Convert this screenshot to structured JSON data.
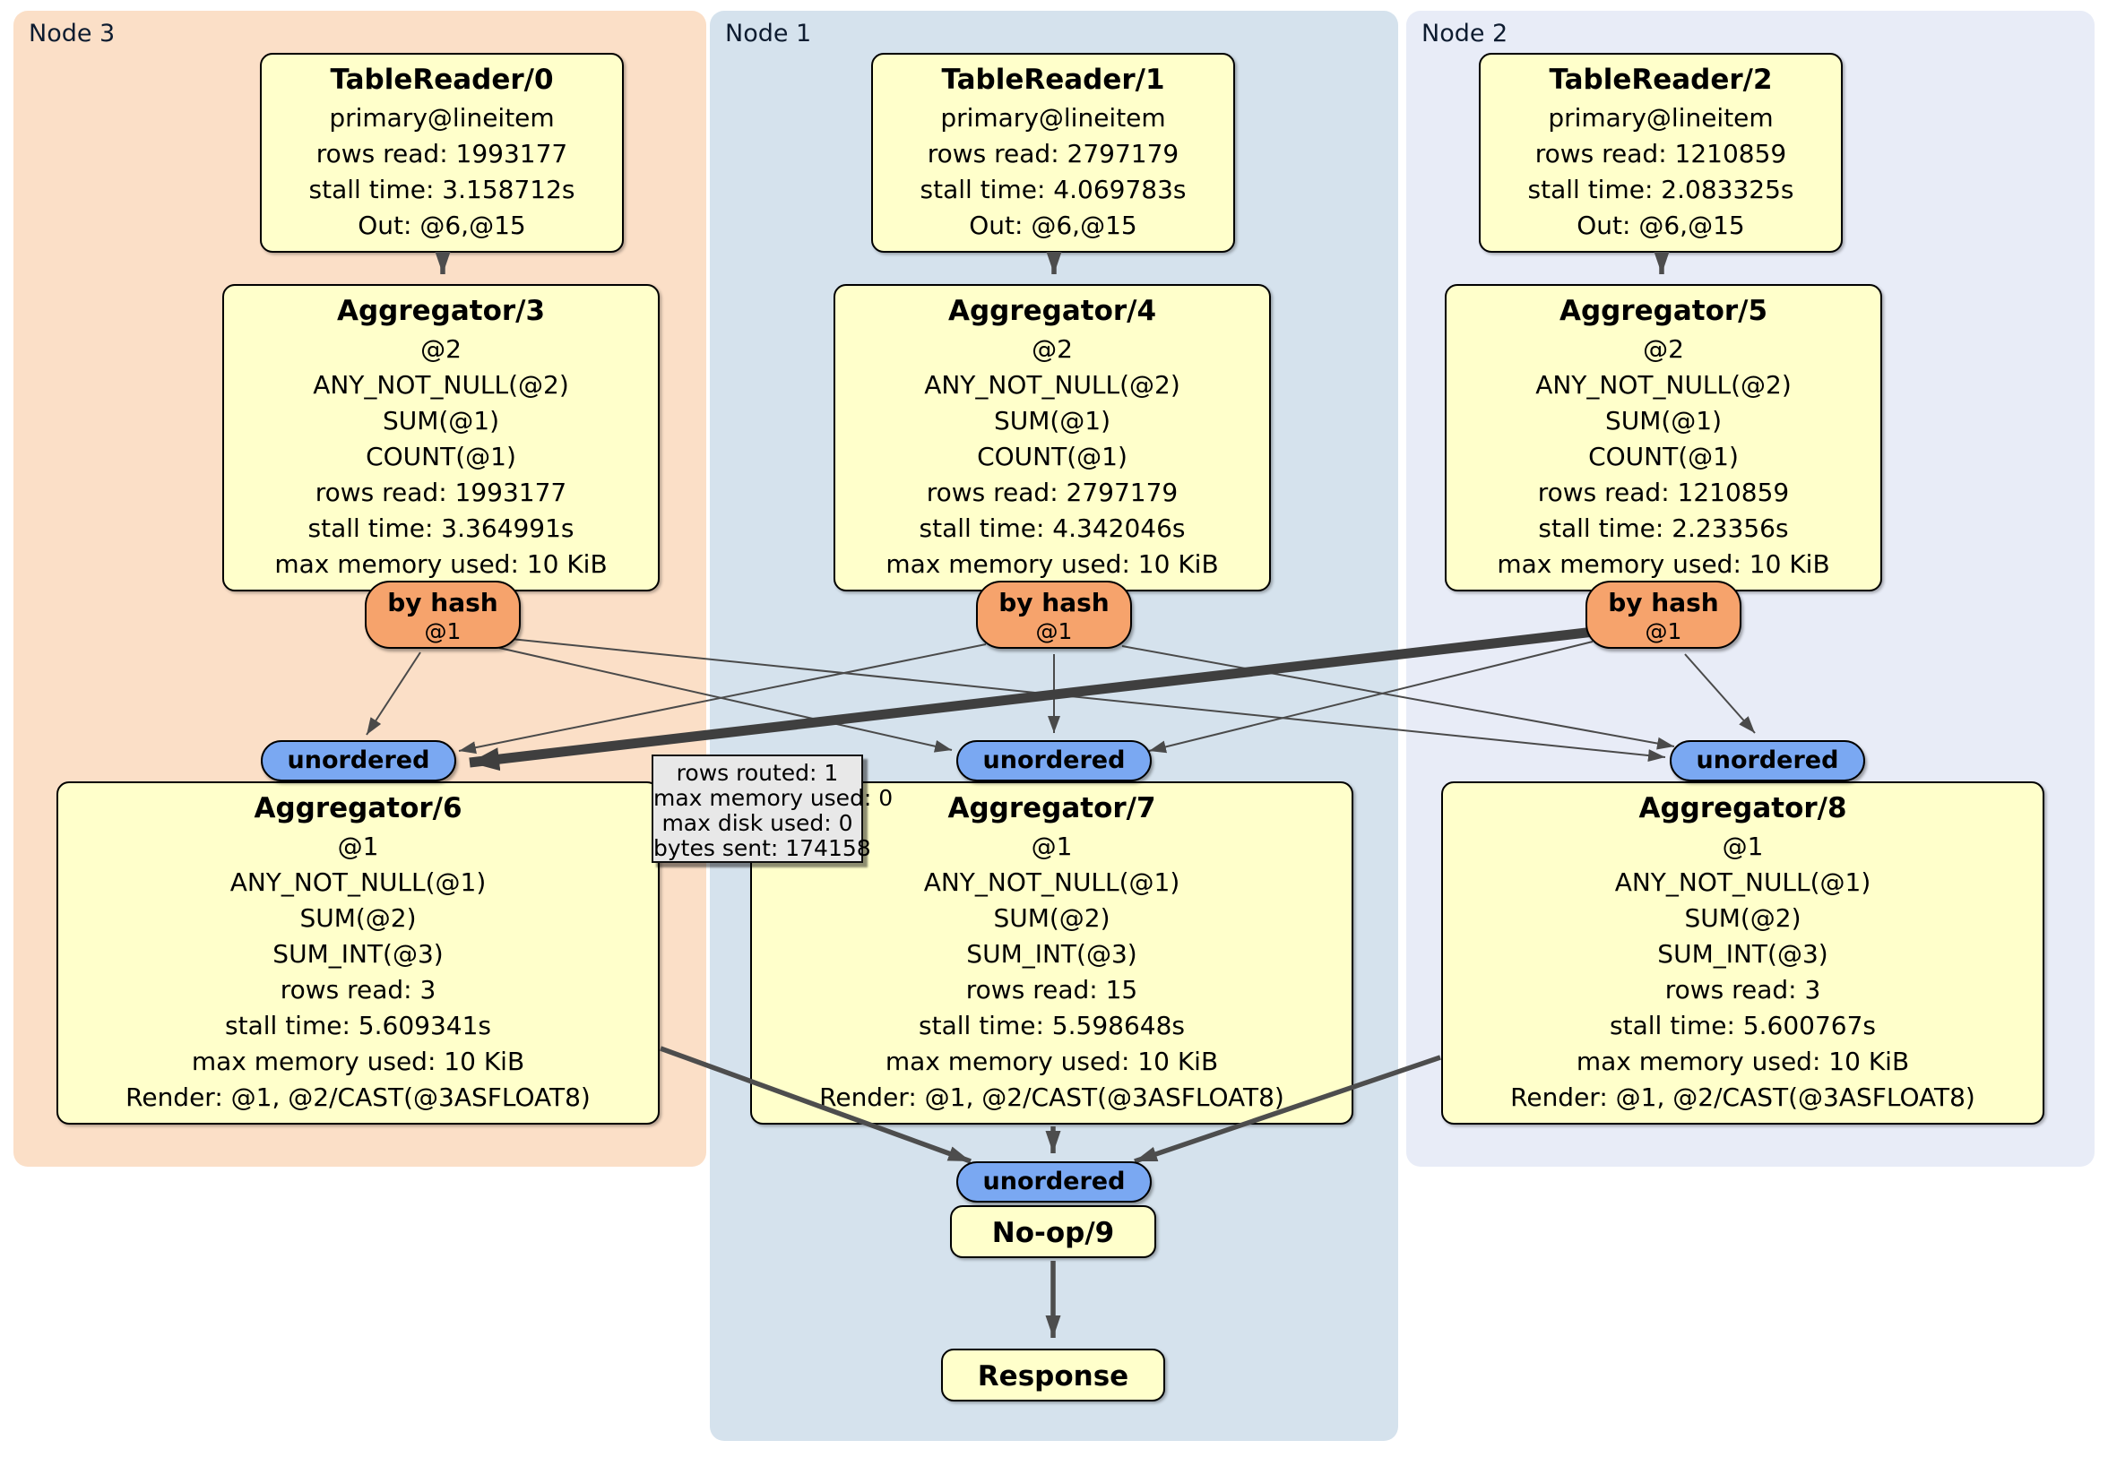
{
  "panels": [
    {
      "label": "Node 3",
      "tablereader": {
        "title": "TableReader/0",
        "lines": [
          "primary@lineitem",
          "rows read: 1993177",
          "stall time: 3.158712s",
          "Out: @6,@15"
        ]
      },
      "aggregator_top": {
        "title": "Aggregator/3",
        "lines": [
          "@2",
          "ANY_NOT_NULL(@2)",
          "SUM(@1)",
          "COUNT(@1)",
          "rows read: 1993177",
          "stall time: 3.364991s",
          "max memory used: 10 KiB"
        ]
      },
      "by_hash": {
        "label": "by hash",
        "col": "@1"
      },
      "unordered_label": "unordered",
      "aggregator_bottom": {
        "title": "Aggregator/6",
        "lines": [
          "@1",
          "ANY_NOT_NULL(@1)",
          "SUM(@2)",
          "SUM_INT(@3)",
          "rows read: 3",
          "stall time: 5.609341s",
          "max memory used: 10 KiB",
          "Render: @1, @2/CAST(@3ASFLOAT8)"
        ]
      }
    },
    {
      "label": "Node 1",
      "tablereader": {
        "title": "TableReader/1",
        "lines": [
          "primary@lineitem",
          "rows read: 2797179",
          "stall time: 4.069783s",
          "Out: @6,@15"
        ]
      },
      "aggregator_top": {
        "title": "Aggregator/4",
        "lines": [
          "@2",
          "ANY_NOT_NULL(@2)",
          "SUM(@1)",
          "COUNT(@1)",
          "rows read: 2797179",
          "stall time: 4.342046s",
          "max memory used: 10 KiB"
        ]
      },
      "by_hash": {
        "label": "by hash",
        "col": "@1"
      },
      "unordered_label": "unordered",
      "aggregator_bottom": {
        "title": "Aggregator/7",
        "lines": [
          "@1",
          "ANY_NOT_NULL(@1)",
          "SUM(@2)",
          "SUM_INT(@3)",
          "rows read: 15",
          "stall time: 5.598648s",
          "max memory used: 10 KiB",
          "Render: @1, @2/CAST(@3ASFLOAT8)"
        ]
      }
    },
    {
      "label": "Node 2",
      "tablereader": {
        "title": "TableReader/2",
        "lines": [
          "primary@lineitem",
          "rows read: 1210859",
          "stall time: 2.083325s",
          "Out: @6,@15"
        ]
      },
      "aggregator_top": {
        "title": "Aggregator/5",
        "lines": [
          "@2",
          "ANY_NOT_NULL(@2)",
          "SUM(@1)",
          "COUNT(@1)",
          "rows read: 1210859",
          "stall time: 2.23356s",
          "max memory used: 10 KiB"
        ]
      },
      "by_hash": {
        "label": "by hash",
        "col": "@1"
      },
      "unordered_label": "unordered",
      "aggregator_bottom": {
        "title": "Aggregator/8",
        "lines": [
          "@1",
          "ANY_NOT_NULL(@1)",
          "SUM(@2)",
          "SUM_INT(@3)",
          "rows read: 3",
          "stall time: 5.600767s",
          "max memory used: 10 KiB",
          "Render: @1, @2/CAST(@3ASFLOAT8)"
        ]
      }
    }
  ],
  "bottom": {
    "unordered_label": "unordered",
    "noop_title": "No-op/9",
    "response_title": "Response"
  },
  "tooltip": {
    "lines": [
      "rows routed: 1",
      "max memory used: 0",
      "max disk used: 0",
      "bytes sent: 174158"
    ]
  },
  "colors": {
    "node3_bg": "#fbdfc7",
    "node1_bg": "#d5e2ed",
    "node2_bg": "#e8ecf7",
    "box_bg": "#ffffcb",
    "by_hash_bg": "#f6a36c",
    "unordered_bg": "#7aa8f2",
    "edge": "#4a4a4a",
    "tooltip_bg": "#e8e8e8"
  }
}
